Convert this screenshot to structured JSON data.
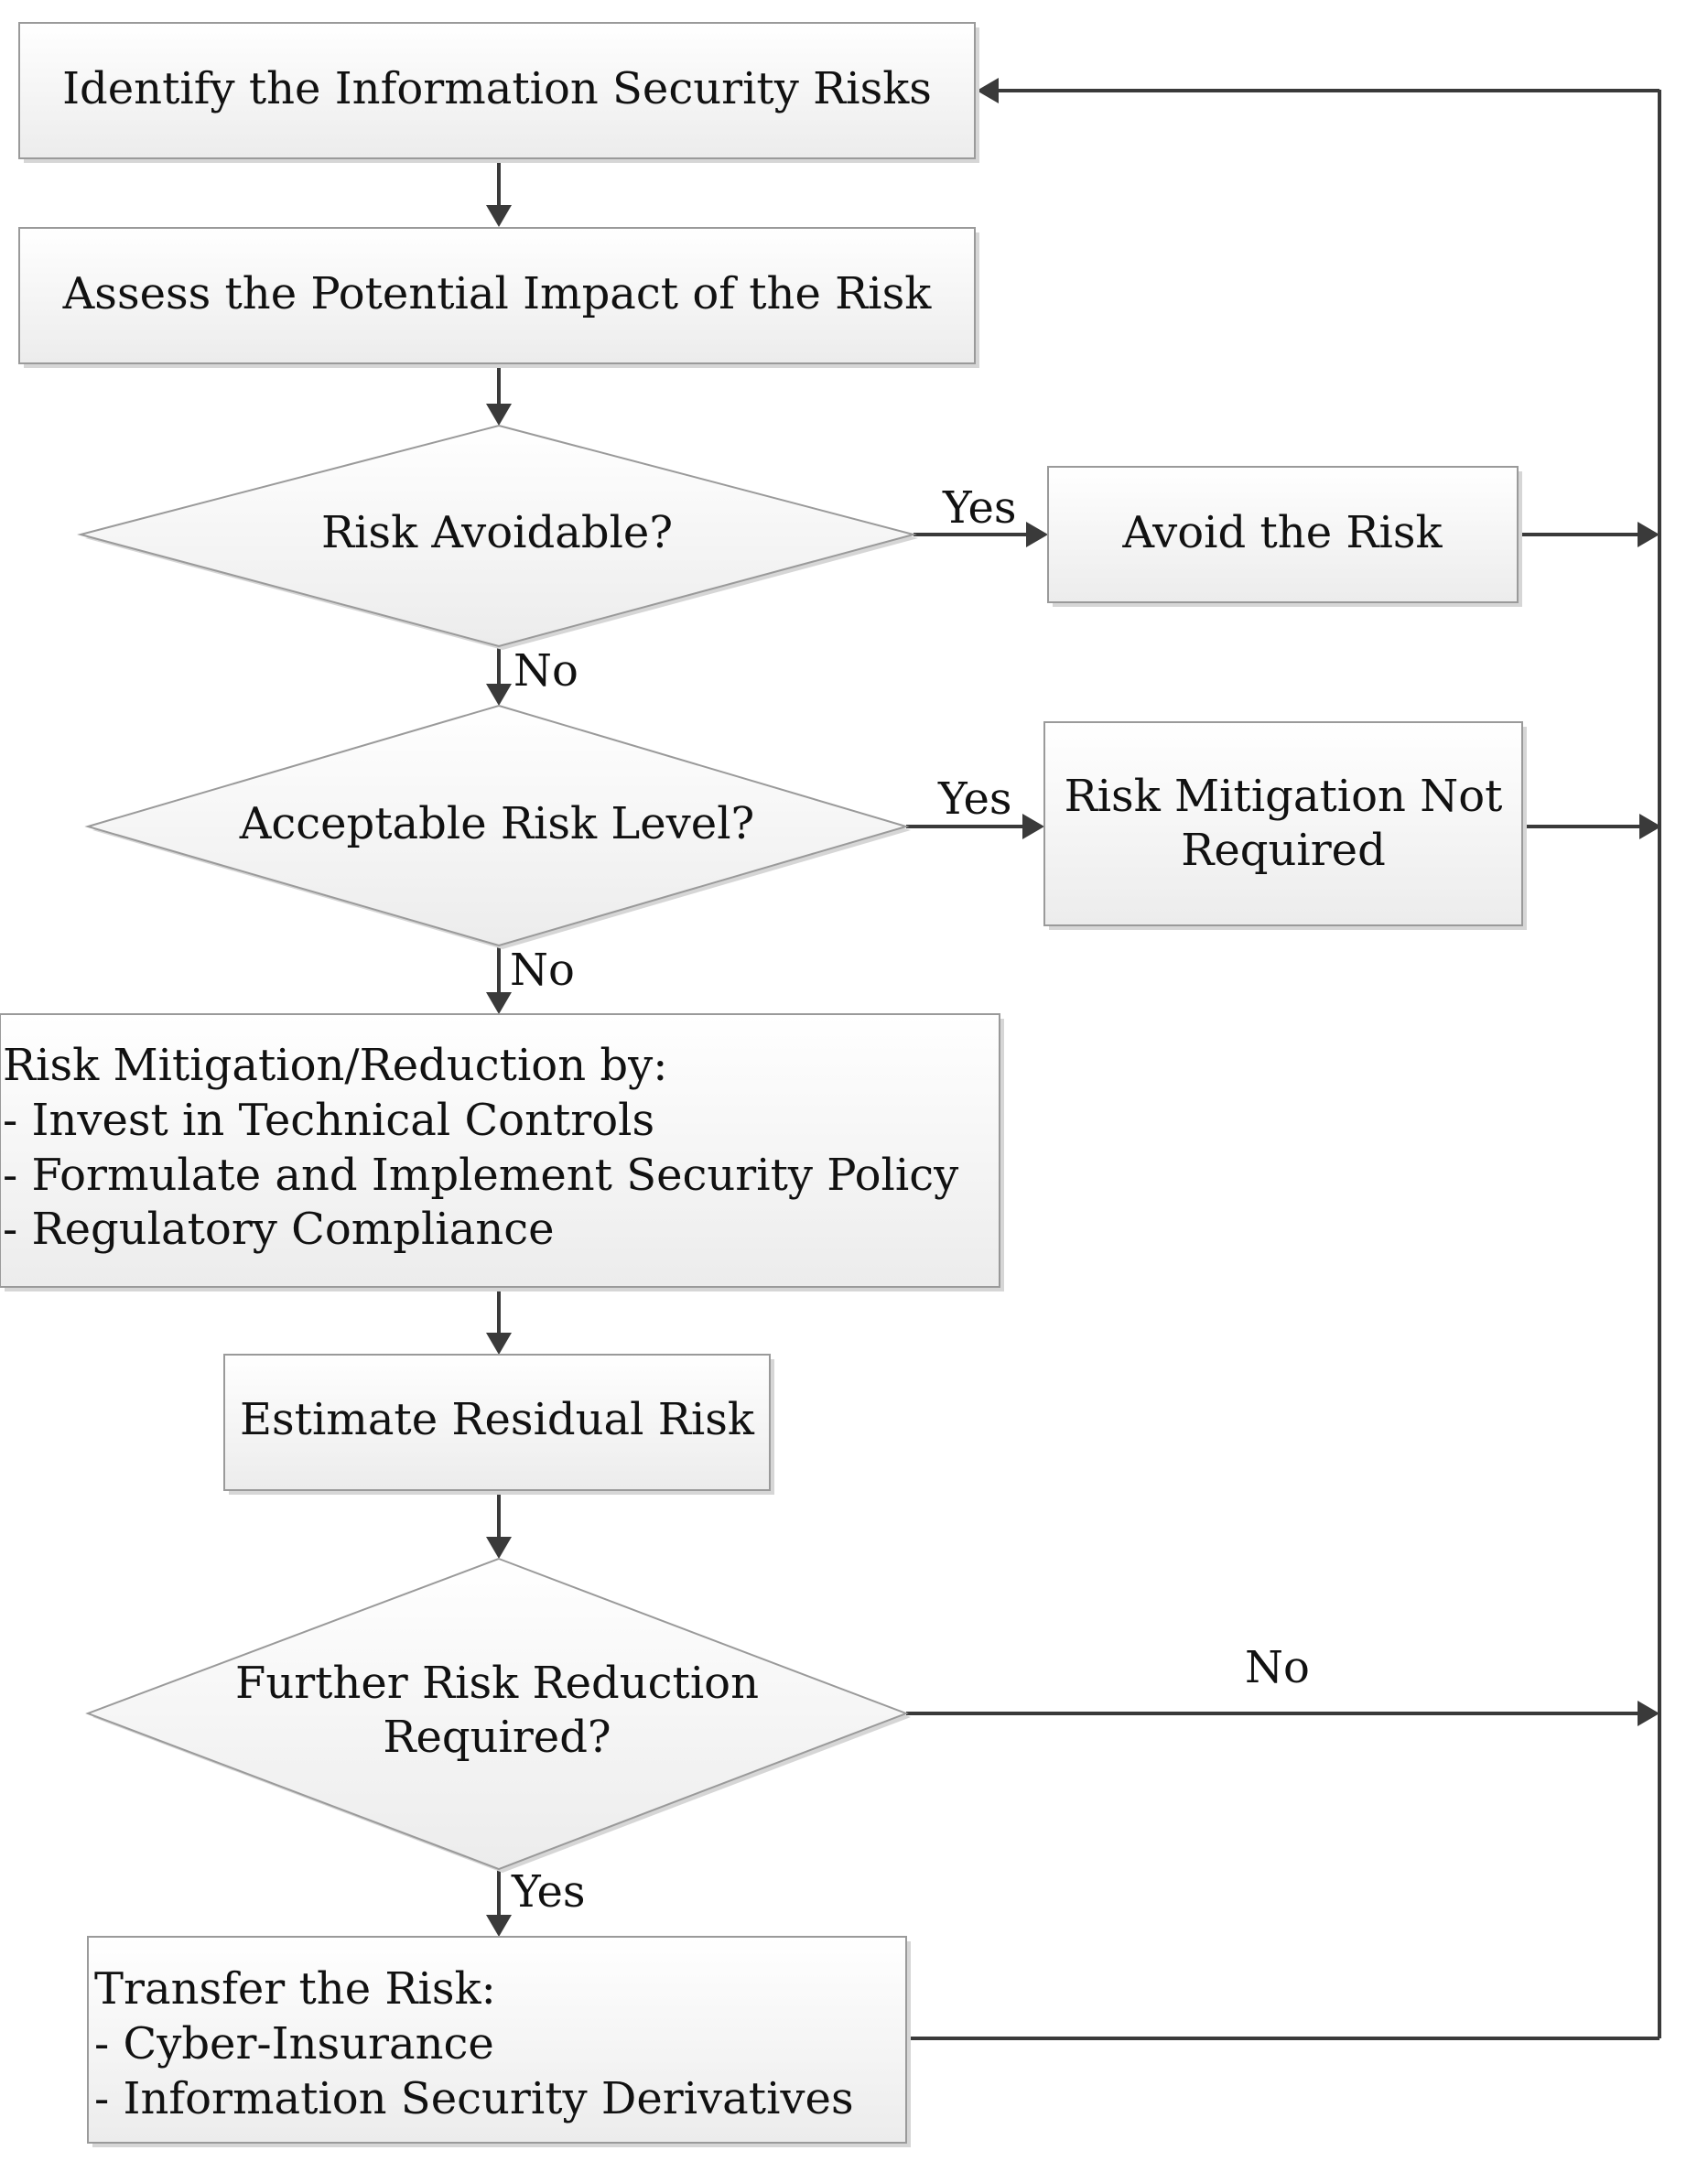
{
  "nodes": {
    "identify": "Identify the Information Security Risks",
    "assess": "Assess the Potential Impact of the Risk",
    "avoidable": "Risk Avoidable?",
    "avoid": "Avoid the Risk",
    "acceptable": "Acceptable Risk Level?",
    "not_required": [
      "Risk Mitigation Not",
      "Required"
    ],
    "mitigation": [
      "Risk Mitigation/Reduction by:",
      "- Invest in Technical Controls",
      "- Formulate and Implement Security Policy",
      "- Regulatory Compliance"
    ],
    "residual": "Estimate Residual Risk",
    "further": [
      "Further Risk Reduction",
      "Required?"
    ],
    "transfer": [
      "Transfer the Risk:",
      "- Cyber-Insurance",
      "- Information Security Derivatives"
    ]
  },
  "edges": {
    "avoidable_yes": "Yes",
    "avoidable_no": "No",
    "acceptable_yes": "Yes",
    "acceptable_no": "No",
    "further_no": "No",
    "further_yes": "Yes"
  },
  "colors": {
    "line": "#3a3a3a",
    "box_border": "#9a9a9a",
    "fill_top": "#ffffff",
    "fill_bottom": "#ececec"
  }
}
